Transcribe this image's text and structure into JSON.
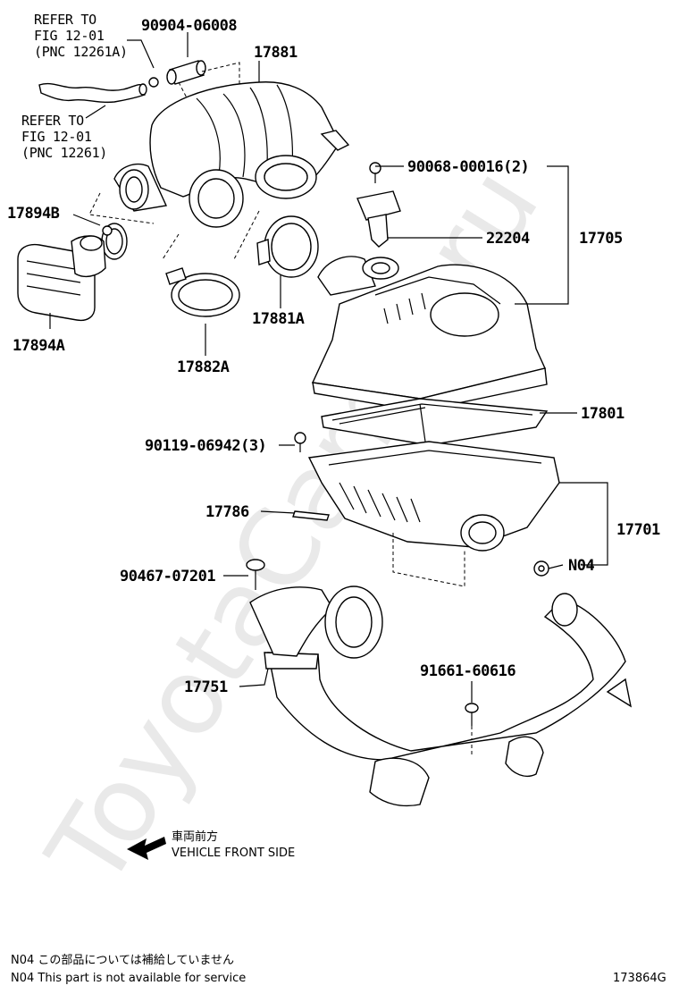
{
  "watermark": "ToyotaCamry.ru",
  "callouts": {
    "ref1": [
      "REFER TO",
      "FIG 12-01",
      "(PNC 12261A)"
    ],
    "ref2": [
      "REFER TO",
      "FIG 12-01",
      "(PNC 12261)"
    ],
    "p90904": "90904-06008",
    "p17881": "17881",
    "p90068": "90068-00016(2)",
    "p17894B": "17894B",
    "p22204": "22204",
    "p17705": "17705",
    "p17894A": "17894A",
    "p17881A": "17881A",
    "p17882A": "17882A",
    "p17801": "17801",
    "p90119": "90119-06942(3)",
    "p17786": "17786",
    "p17701": "17701",
    "p90467": "90467-07201",
    "pN04": "N04",
    "p91661": "91661-60616",
    "p17751": "17751"
  },
  "direction": {
    "jp": "車両前方",
    "en": "VEHICLE FRONT SIDE",
    "icon": "arrow-left-icon"
  },
  "footnote": {
    "jp": "N04 この部品については補給していません",
    "en": "N04 This part is not available for service"
  },
  "figure_id": "173864G"
}
